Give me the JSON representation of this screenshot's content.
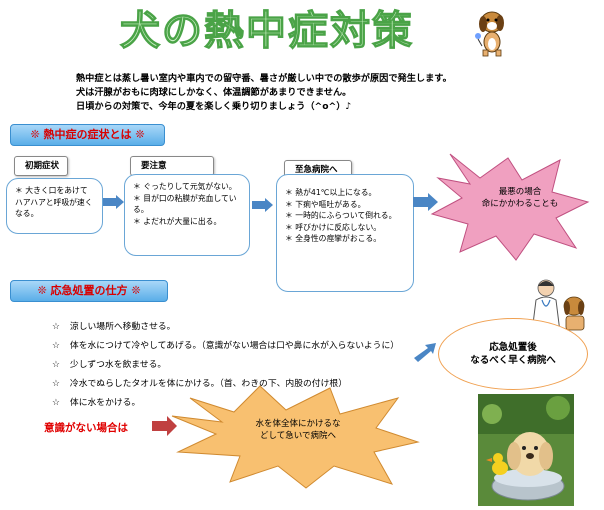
{
  "title": "犬の熱中症対策",
  "intro": [
    "熱中症とは蒸し暑い室内や車内での留守番、暑さが厳しい中での散歩が原因で発生します。",
    "犬は汗腺がおもに肉球にしかなく、体温調節があまりできません。",
    "日頃からの対策で、今年の夏を楽しく乗り切りましょう（^o^）♪"
  ],
  "symptoms_section": "❊ 熱中症の症状とは ❊",
  "stages": [
    {
      "label": "初期症状",
      "items": [
        "大きく口をあけてハアハアと呼吸が速くなる。"
      ]
    },
    {
      "label": "要注意",
      "items": [
        "ぐったりして元気がない。",
        "目が口の粘膜が充血している。",
        "よだれが大量に出る。"
      ]
    },
    {
      "label": "至急病院へ",
      "items": [
        "熱が41℃以上になる。",
        "下痢や嘔吐がある。",
        "一時的にふらついて倒れる。",
        "呼びかけに反応しない。",
        "全身性の痙攣がおこる。"
      ]
    }
  ],
  "worst_case": [
    "最悪の場合",
    "命にかかわることも"
  ],
  "first_aid_section": "❊ 応急処置の仕方 ❊",
  "first_aid": [
    "涼しい場所へ移動させる。",
    "体を水につけて冷やしてあげる。（意識がない場合は口や鼻に水が入らないように）",
    "少しずつ水を飲ませる。",
    "冷水でぬらしたタオルを体にかける。（首、わきの下、内股の付け根）",
    "体に水をかける。"
  ],
  "after_aid": [
    "応急処置後",
    "なるべく早く病院へ"
  ],
  "unconscious_label": "意識がない場合は",
  "unconscious_action": [
    "水を体全体にかけるな",
    "どして急いで病院へ"
  ],
  "colors": {
    "title_fill": "#c9f0c2",
    "title_outline": "#4aa347",
    "banner": "#5aaee8",
    "alert": "#e00000",
    "arrow": "#4a86c5",
    "burst": "#f0a0c0",
    "burst_bottom": "#f8c070"
  },
  "icons": {
    "star": "☆",
    "dog": "dog-illustration-icon",
    "vet": "veterinarian-illustration-icon",
    "photo": "dog-bath-photo"
  }
}
